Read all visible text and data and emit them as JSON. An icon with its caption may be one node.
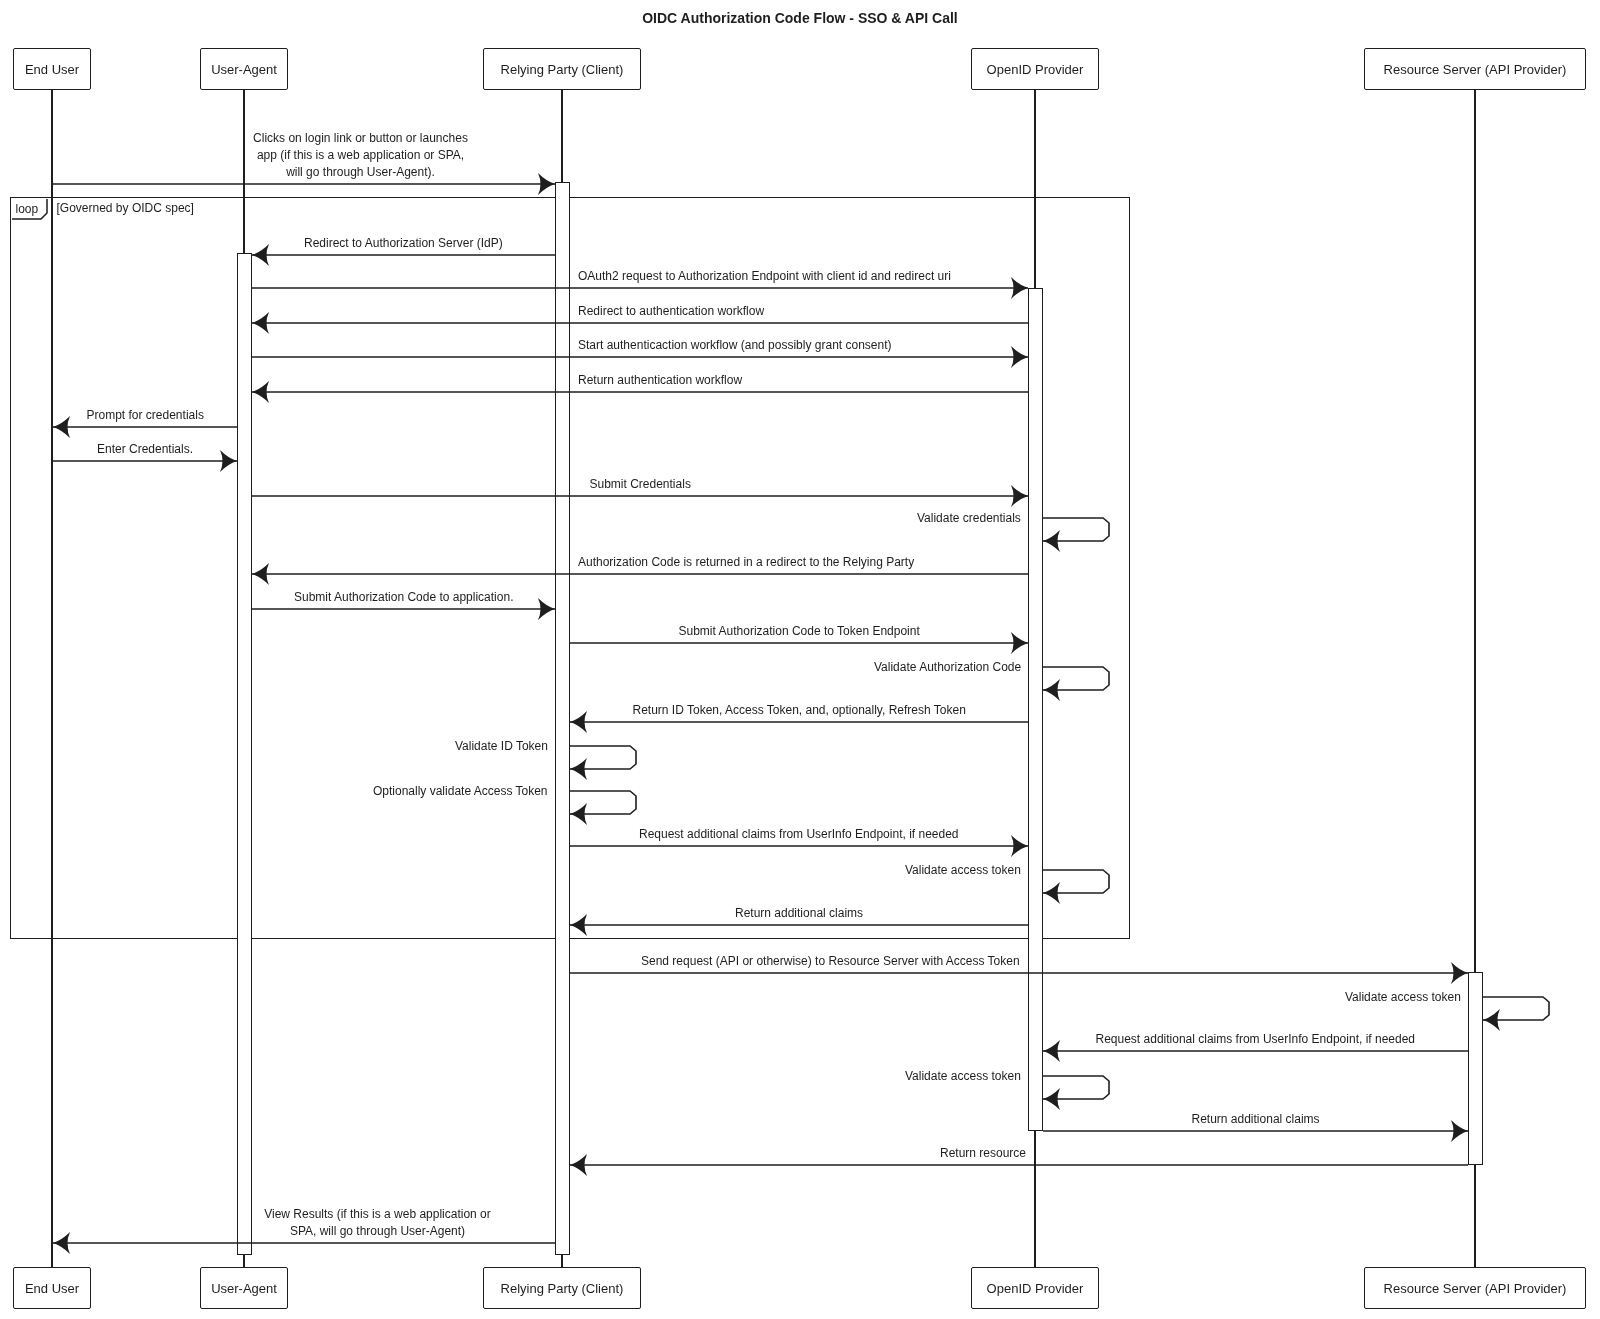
{
  "diagram": {
    "title": "OIDC Authorization Code Flow - SSO & API Call",
    "nodes": [
      {
        "text": [
          "End User"
        ]
      },
      {
        "text": [
          "User-Agent"
        ]
      },
      {
        "text": [
          "Relying Party (Client)"
        ]
      },
      {
        "text": [
          "OpenID Provider"
        ]
      },
      {
        "text": [
          "Resource Server (API Provider)"
        ]
      },
      {
        "text": [],
        "shape": "line"
      },
      {
        "text": [],
        "shape": "line"
      },
      {
        "text": [],
        "shape": "line"
      },
      {
        "text": [],
        "shape": "line"
      },
      {
        "text": [],
        "shape": "line"
      },
      {
        "text": [],
        "shape": "bar"
      },
      {
        "text": [],
        "shape": "bar"
      },
      {
        "text": [],
        "shape": "bar"
      },
      {
        "text": [],
        "shape": "bar"
      },
      {
        "text": [
          "End User"
        ]
      },
      {
        "text": [
          "User-Agent"
        ]
      },
      {
        "text": [
          "Relying Party (Client)"
        ]
      },
      {
        "text": [
          "OpenID Provider"
        ]
      },
      {
        "text": [
          "Resource Server (API Provider)"
        ]
      }
    ],
    "edges": [
      {
        "from": 5,
        "to": 11,
        "arrow": "to",
        "label": "Clicks on login link or button or launches app (if this is a web application or SPA, will go through User-Agent)."
      },
      {
        "from": 11,
        "to": 10,
        "arrow": "to",
        "label": "Redirect to Authorization Server (IdP)"
      },
      {
        "from": 10,
        "to": 12,
        "arrow": "to",
        "label": "OAuth2 request to Authorization Endpoint with client id and redirect uri"
      },
      {
        "from": 12,
        "to": 10,
        "arrow": "to",
        "label": "Redirect to authentication workflow"
      },
      {
        "from": 10,
        "to": 12,
        "arrow": "to",
        "label": "Start authenticaction workflow (and possibly grant consent)"
      },
      {
        "from": 12,
        "to": 10,
        "arrow": "to",
        "label": "Return authentication workflow"
      },
      {
        "from": 10,
        "to": 5,
        "arrow": "to",
        "label": "Prompt for credentials"
      },
      {
        "from": 5,
        "to": 10,
        "arrow": "to",
        "label": "Enter Credentials."
      },
      {
        "from": 10,
        "to": 12,
        "arrow": "to",
        "label": "Submit Credentials"
      },
      {
        "from": 12,
        "to": 12,
        "arrow": "to",
        "label": "Validate credentials"
      },
      {
        "from": 12,
        "to": 10,
        "arrow": "to",
        "label": "Authorization Code is returned in a redirect to the Relying Party"
      },
      {
        "from": 10,
        "to": 11,
        "arrow": "to",
        "label": "Submit Authorization Code to application."
      },
      {
        "from": 11,
        "to": 12,
        "arrow": "to",
        "label": "Submit Authorization Code to Token Endpoint"
      },
      {
        "from": 12,
        "to": 12,
        "arrow": "to",
        "label": "Validate Authorization Code"
      },
      {
        "from": 12,
        "to": 11,
        "arrow": "to",
        "label": "Return ID Token, Access Token, and, optionally, Refresh Token"
      },
      {
        "from": 11,
        "to": 11,
        "arrow": "to",
        "label": "Validate ID Token"
      },
      {
        "from": 11,
        "to": 11,
        "arrow": "to",
        "label": "Optionally validate Access Token"
      },
      {
        "from": 11,
        "to": 12,
        "arrow": "to",
        "label": "Request additional claims from UserInfo Endpoint, if needed"
      },
      {
        "from": 12,
        "to": 12,
        "arrow": "to",
        "label": "Validate access token"
      },
      {
        "from": 12,
        "to": 11,
        "arrow": "to",
        "label": "Return additional claims"
      },
      {
        "from": 11,
        "to": 13,
        "arrow": "to",
        "label": "Send request (API or otherwise) to Resource Server with Access Token"
      },
      {
        "from": 13,
        "to": 13,
        "arrow": "to",
        "label": "Validate access token"
      },
      {
        "from": 13,
        "to": 12,
        "arrow": "to",
        "label": "Request additional claims from UserInfo Endpoint, if needed"
      },
      {
        "from": 12,
        "to": 12,
        "arrow": "to",
        "label": "Validate access token"
      },
      {
        "from": 12,
        "to": 13,
        "arrow": "to",
        "label": "Return additional claims"
      },
      {
        "from": 13,
        "to": 11,
        "arrow": "to",
        "label": "Return resource"
      },
      {
        "from": 11,
        "to": 5,
        "arrow": "to",
        "label": "View Results (if this is a web application or SPA, will go through User-Agent)"
      }
    ],
    "labels": [
      "loop",
      "[Governed by OIDC spec]"
    ]
  }
}
